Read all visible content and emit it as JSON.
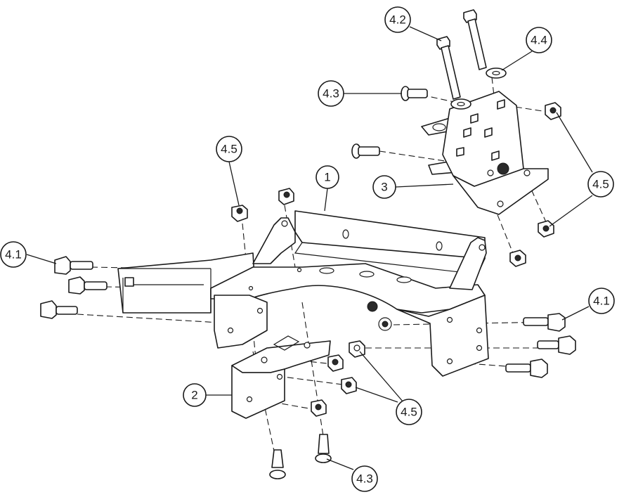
{
  "callouts": {
    "part_1": "1",
    "part_2": "2",
    "part_3": "3",
    "bolt_4_1_left": "4.1",
    "bolt_4_1_right": "4.1",
    "bolt_4_2": "4.2",
    "bolt_4_3_top": "4.3",
    "bolt_4_3_bottom": "4.3",
    "washer_4_4": "4.4",
    "nut_4_5_left": "4.5",
    "nut_4_5_right": "4.5",
    "nut_4_5_lower": "4.5"
  },
  "colors": {
    "line": "#1a1a1a",
    "background": "#ffffff"
  }
}
